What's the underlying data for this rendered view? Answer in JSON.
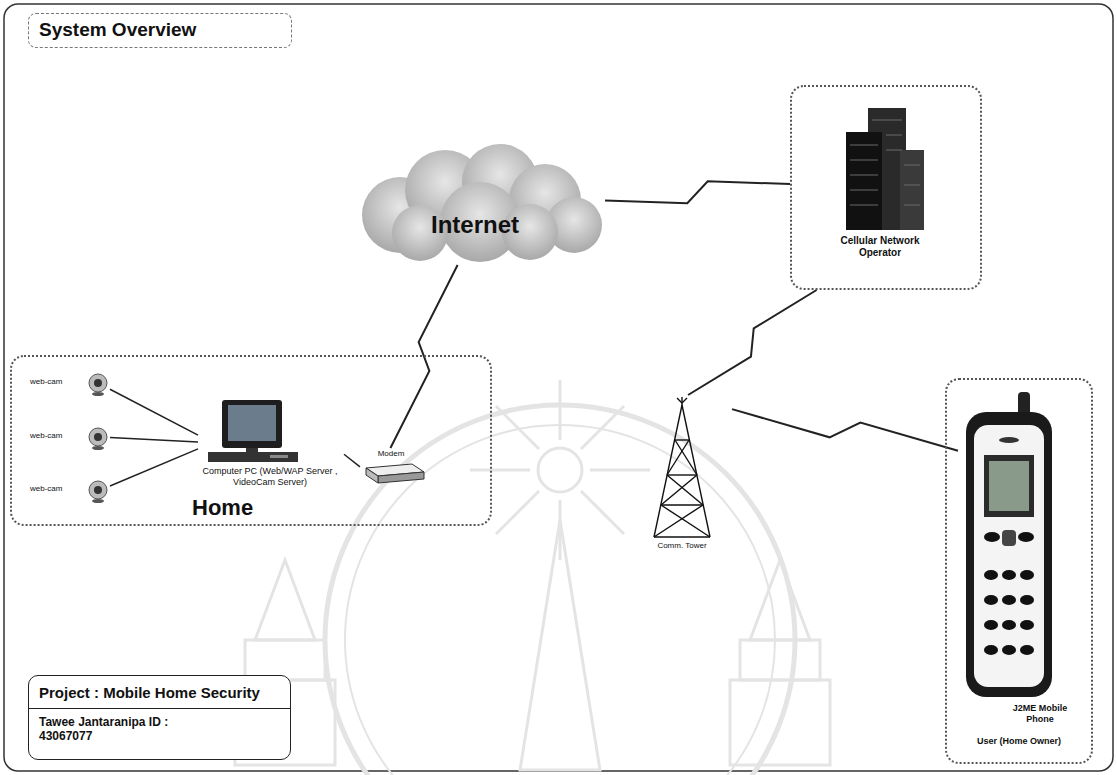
{
  "diagram": {
    "title": "System Overview",
    "nodes": [
      {
        "text": [
          "Internet"
        ]
      },
      {
        "text": [
          "Cellular Network Operator"
        ]
      },
      {
        "text": [
          "Home"
        ]
      },
      {
        "text": [
          "web-cam"
        ],
        "in": 2
      },
      {
        "text": [
          "web-cam"
        ],
        "in": 2
      },
      {
        "text": [
          "web-cam"
        ],
        "in": 2
      },
      {
        "text": [
          "Computer PC (Web/WAP Server , VideoCam Server)"
        ],
        "in": 2
      },
      {
        "text": [
          "Modem"
        ],
        "in": 2
      },
      {
        "text": [
          "Comm. Tower"
        ]
      },
      {
        "text": [
          "User (Home Owner)"
        ]
      },
      {
        "text": [
          "J2ME Mobile Phone"
        ],
        "in": 9
      },
      {
        "text": [
          "Project : Mobile Home Security",
          "Tawee Jantaranipa ID : 43067077"
        ]
      }
    ],
    "edges": [
      {
        "from": 3,
        "to": 6,
        "arrow": "none"
      },
      {
        "from": 4,
        "to": 6,
        "arrow": "none"
      },
      {
        "from": 5,
        "to": 6,
        "arrow": "none"
      },
      {
        "from": 6,
        "to": 7,
        "arrow": "none"
      },
      {
        "from": 7,
        "to": 0,
        "arrow": "none"
      },
      {
        "from": 0,
        "to": 1,
        "arrow": "none"
      },
      {
        "from": 1,
        "to": 8,
        "arrow": "none"
      },
      {
        "from": 8,
        "to": 10,
        "arrow": "none"
      }
    ]
  }
}
